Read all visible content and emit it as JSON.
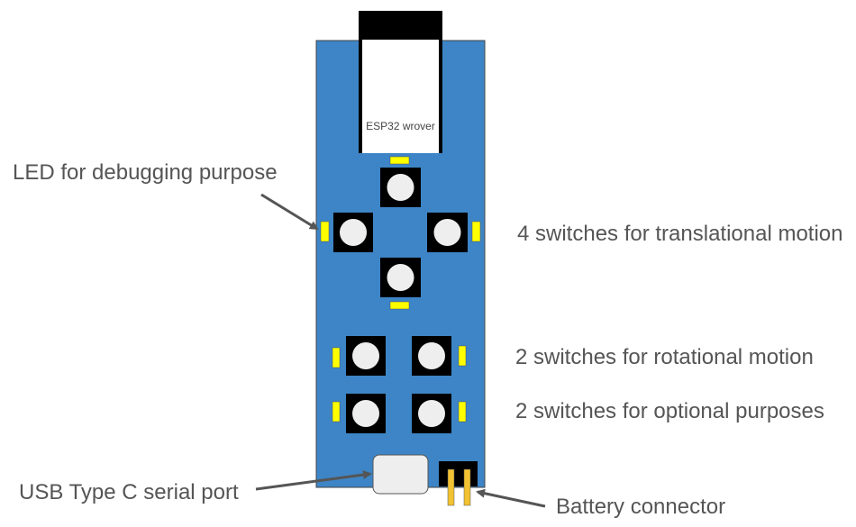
{
  "module": {
    "label": "ESP32 wrover"
  },
  "callouts": {
    "led": "LED for debugging purpose",
    "translational": "4 switches for translational motion",
    "rotational": "2 switches for rotational motion",
    "optional": "2 switches for optional purposes",
    "usb": "USB Type C serial port",
    "battery": "Battery connector"
  },
  "colors": {
    "board": "#3d85c6",
    "switch_body": "#000000",
    "switch_cap": "#eeeeee",
    "led": "#ffff00",
    "pins": "#f1c232",
    "text": "#555555",
    "arrow": "#555555"
  }
}
